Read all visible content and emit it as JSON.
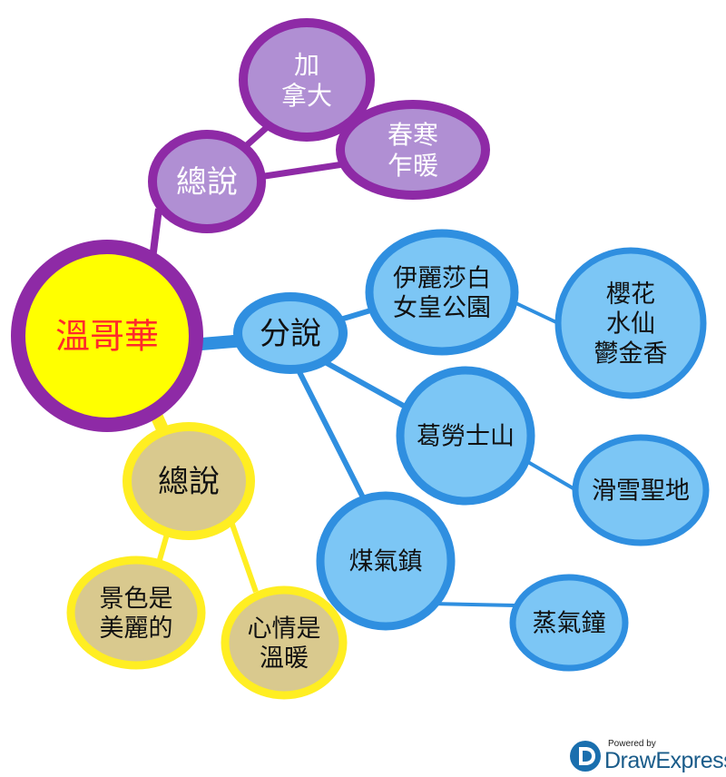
{
  "diagram": {
    "central": {
      "lines": [
        "溫哥華"
      ],
      "text_color": "#ff2a2a"
    },
    "branches": [
      {
        "id": "purple",
        "color": "#8e2aa6",
        "fill": "#b08fd3",
        "text_color": "#ffffff",
        "hub": {
          "lines": [
            "總說"
          ]
        },
        "children": [
          {
            "lines": [
              "加",
              "拿大"
            ]
          },
          {
            "lines": [
              "春寒",
              "乍暖"
            ]
          }
        ]
      },
      {
        "id": "blue",
        "color": "#2f8fe0",
        "fill": "#7cc6f5",
        "text_color": "#111111",
        "hub": {
          "lines": [
            "分說"
          ]
        },
        "children": [
          {
            "lines": [
              "伊麗莎白",
              "女皇公園"
            ],
            "sub": {
              "lines": [
                "櫻花",
                "水仙",
                "鬱金香"
              ]
            }
          },
          {
            "lines": [
              "葛勞士山"
            ],
            "sub": {
              "lines": [
                "滑雪聖地"
              ]
            }
          },
          {
            "lines": [
              "煤氣鎮"
            ],
            "sub": {
              "lines": [
                "蒸氣鐘"
              ]
            }
          }
        ]
      },
      {
        "id": "yellow",
        "color": "#ffee22",
        "fill": "#d9c98e",
        "text_color": "#111111",
        "hub": {
          "lines": [
            "總說"
          ]
        },
        "children": [
          {
            "lines": [
              "景色是",
              "美麗的"
            ]
          },
          {
            "lines": [
              "心情是",
              "溫暖"
            ]
          }
        ]
      }
    ],
    "central_style": {
      "stroke": "#8e2aa6",
      "fill": "#ffff00"
    },
    "watermark": {
      "powered_by": "Powered by",
      "brand": "DrawExpress",
      "icon": "drawexpress-logo-icon"
    }
  }
}
